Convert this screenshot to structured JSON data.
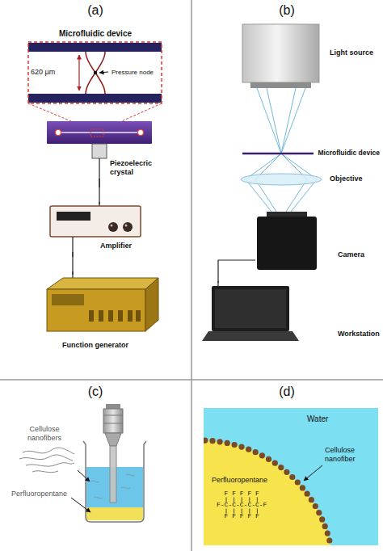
{
  "diagram": {
    "nodes": [
      {
        "text": [
          "Microfluidic device",
          "620 µm",
          "Pressure node"
        ]
      },
      {
        "text": [
          "Piezoelecric crystal"
        ]
      },
      {
        "text": [
          "Amplifier"
        ]
      },
      {
        "text": [
          "Function generator"
        ]
      },
      {
        "text": [
          "Camera"
        ]
      },
      {
        "text": [
          "Workstation"
        ]
      }
    ],
    "edges": [
      {
        "from": 1,
        "to": 2,
        "arrow": "none"
      },
      {
        "from": 2,
        "to": 3,
        "arrow": "none"
      },
      {
        "from": 4,
        "to": 5,
        "arrow": "none"
      }
    ],
    "labels": [
      "(a)",
      "(b)",
      "Light source",
      "Microfluidic device",
      "Objective",
      "(c)",
      "(d)",
      "Cellulose nanofibers",
      "Perfluoropentane",
      "Water",
      "Cellulose nanofiber",
      "Perfluoropentane",
      "F F F F F",
      "F-C-C-C-C-C-F",
      "F F F F F"
    ]
  }
}
